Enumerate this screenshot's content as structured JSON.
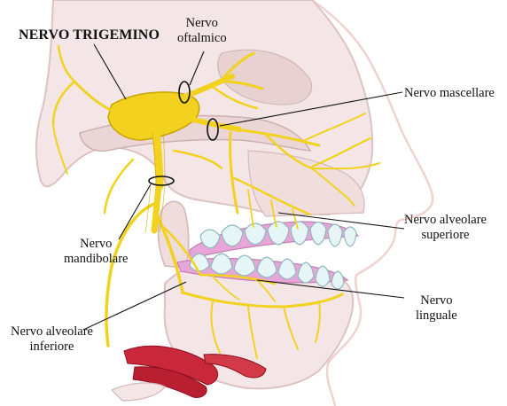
{
  "title": "NERVO TRIGEMINO",
  "labels": {
    "oftalmico_1": "Nervo",
    "oftalmico_2": "oftalmico",
    "mascellare": "Nervo mascellare",
    "alveolare_sup_1": "Nervo alveolare",
    "alveolare_sup_2": "superiore",
    "mandibolare_1": "Nervo",
    "mandibolare_2": "mandibolare",
    "linguale_1": "Nervo",
    "linguale_2": "linguale",
    "alveolare_inf_1": "Nervo alveolare",
    "alveolare_inf_2": "inferiore"
  },
  "colors": {
    "nerve": "#f2d21e",
    "nerve_outline": "#c9a400",
    "bone": "#f4e6e6",
    "bone_shadow": "#dcc3c3",
    "skin_outline": "#f0d2cf",
    "teeth": "#e6f6f7",
    "teeth_outline": "#8fb7bd",
    "gum": "#e8a6d8",
    "muscle": "#c8283a"
  }
}
